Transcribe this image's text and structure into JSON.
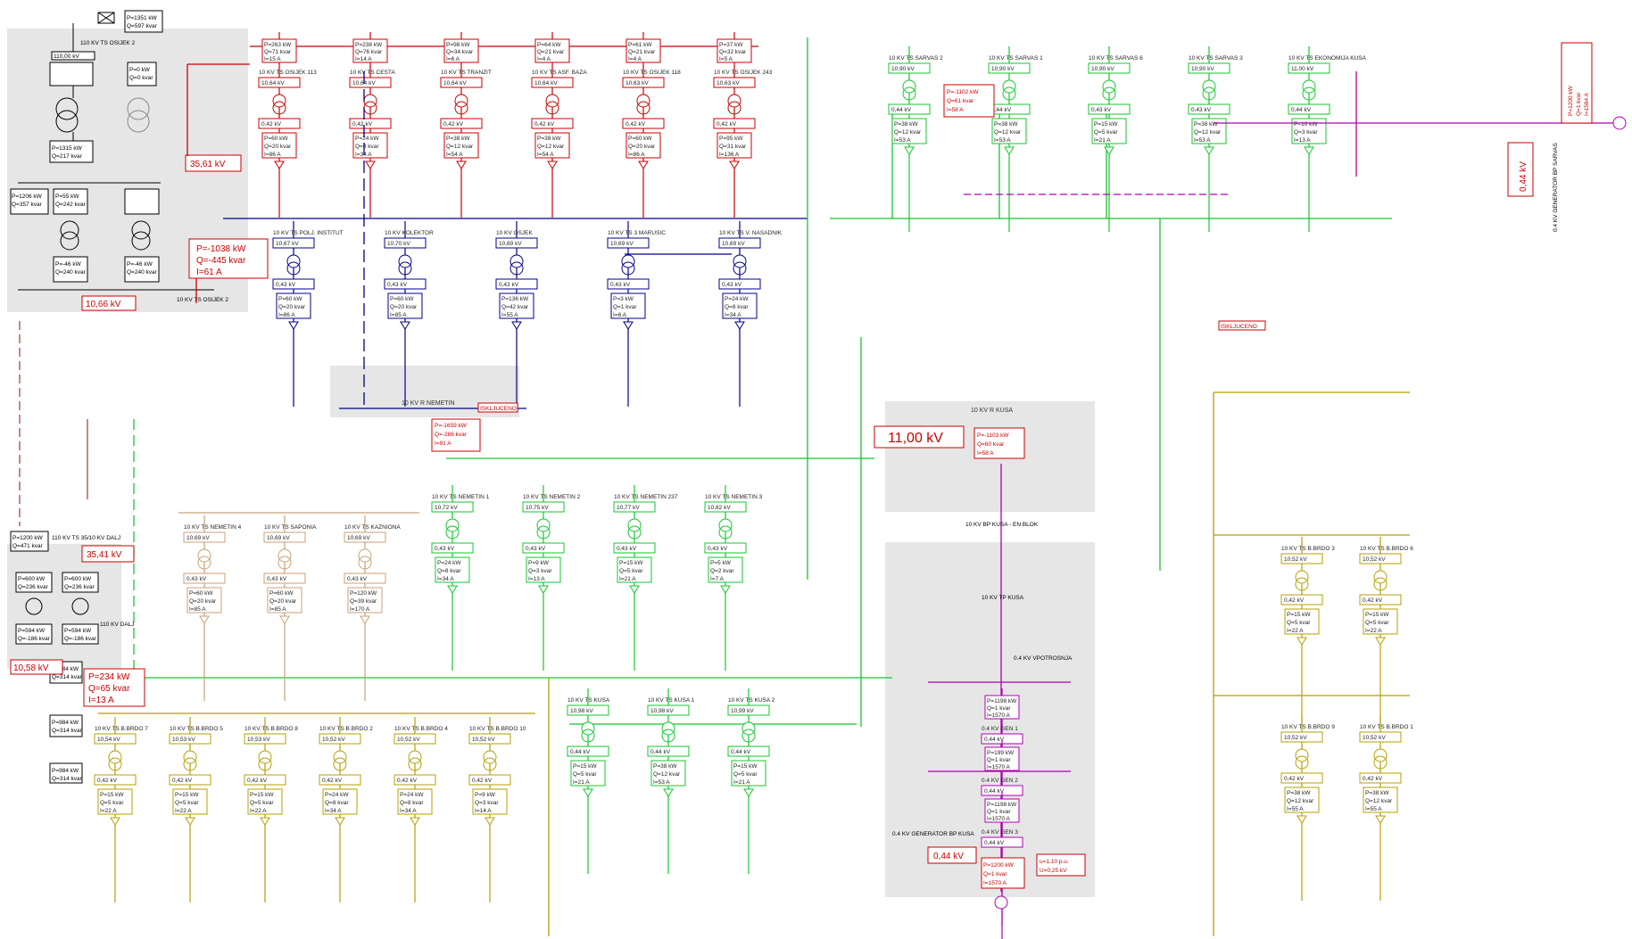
{
  "colors": {
    "black": "#000000",
    "red": "#cc0000",
    "blue": "#00008b",
    "green": "#16c72e",
    "olive": "#b5a000",
    "tan": "#c8a27a",
    "magenta": "#b000b0",
    "brown": "#9a3b3b",
    "shade": "#e6e6e6"
  },
  "title_labels": {
    "main_substation": "110 KV TS OSIJEK 2",
    "dist_osijek2": "10 KV TS OSIJEK 2",
    "osijek_dali": "110 KV TS 35/10 KV DALJ",
    "dali_sub": "110 KV DALJ",
    "nemetin_bus": "10 KV R NEMETIN",
    "kusa_bus": "10 KV R KUSA",
    "kusa_stanica": "10 KV TP KUSA",
    "kusa_gen": "0.4 KV GENERATOR BP KUSA",
    "sarvas_gen": "0.4 KV GENERATOR BP SARVAS",
    "vp_potrosnja": "0.4 KV VPOTROSNJA",
    "ts_kusa_oblok": "10 KV BP KUSA - EN BLOK",
    "isklucen_1": "ISKLJUCENO",
    "isklucen_2": "ISKLJUCENO"
  },
  "callouts": {
    "osijek2_power": "P=-1038 kW",
    "osijek2_q": "Q=-445 kvar",
    "osijek2_i": "I=61 A",
    "v_35_61": "35,61 kV",
    "v_10_66": "10,66 kV",
    "v_35_41": "35,41 kV",
    "v_10_58": "10,58 kV",
    "dali_p": "P=234 kW",
    "dali_q": "Q=65 kvar",
    "dali_i": "I=13 A",
    "nemetin_p": "P=-1659 kW",
    "nemetin_q": "Q=-286 kvar",
    "nemetin_i": "I=91 A",
    "sarvas_p": "P=-1102 kW",
    "sarvas_q": "Q=61 kvar",
    "sarvas_i": "I=58 A",
    "kusa_v": "11,00 kV",
    "kusa_p": "P=-1103 kW",
    "kusa_q": "Q=60 kvar",
    "kusa_i": "I=58 A",
    "gen_v": "0,44 kV",
    "gen_p": "P=1200 kW",
    "gen_q": "Q=1 kvar",
    "gen_i": "I=1570 A",
    "gen_u": "u=1,10 p.u.",
    "gen_u2": "U=0,25 kV",
    "sarvas_gen_v": "0,44 kV",
    "sarvas_gen_p": "P=1200 kW",
    "sarvas_gen_q": "Q=1 kvar",
    "sarvas_gen_i": "I=1584 A"
  },
  "feeders": {
    "red": [
      {
        "name": "10 KV TS OSIJEK 113",
        "p": "P=263 kW",
        "q": "Q=71 kvar",
        "i": "I=15 A",
        "bus": "10,64 kV",
        "lv": "0,42 kV",
        "load_p": "P=60 kW",
        "load_q": "Q=20 kvar",
        "load_i": "I=86 A"
      },
      {
        "name": "10 KV TS CESTA",
        "p": "P=238 kW",
        "q": "Q=76 kvar",
        "i": "I=14 A",
        "bus": "10,64 kV",
        "lv": "0,42 kV",
        "load_p": "P=24 kW",
        "load_q": "Q=8 kvar",
        "load_i": "I=34 A"
      },
      {
        "name": "10 KV TS TRANZIT",
        "p": "P=98 kW",
        "q": "Q=34 kvar",
        "i": "I=6 A",
        "bus": "10,64 kV",
        "lv": "0,42 kV",
        "load_p": "P=38 kW",
        "load_q": "Q=12 kvar",
        "load_i": "I=54 A"
      },
      {
        "name": "10 KV TS ASF. BAZA",
        "p": "P=64 kW",
        "q": "Q=21 kvar",
        "i": "I=4 A",
        "bus": "10,64 kV",
        "lv": "0,42 kV",
        "load_p": "P=38 kW",
        "load_q": "Q=12 kvar",
        "load_i": "I=54 A"
      },
      {
        "name": "10 KV TS OSIJEK 118",
        "p": "P=61 kW",
        "q": "Q=21 kvar",
        "i": "I=4 A",
        "bus": "10,63 kV",
        "lv": "0,42 kV",
        "load_p": "P=60 kW",
        "load_q": "Q=20 kvar",
        "load_i": "I=86 A"
      },
      {
        "name": "10 KV TS OSIJEK 243",
        "p": "P=37 kW",
        "q": "Q=32 kvar",
        "i": "I=5 A",
        "bus": "10,63 kV",
        "lv": "0,42 kV",
        "load_p": "P=95 kW",
        "load_q": "Q=31 kvar",
        "load_i": "I=136 A"
      }
    ],
    "blue": [
      {
        "name": "10 KV TS POLJ. INSTITUT",
        "bus": "10,67 kV",
        "lv": "0,43 kV",
        "load_p": "P=60 kW",
        "load_q": "Q=20 kvar",
        "load_i": "I=86 A"
      },
      {
        "name": "10 KV KOLEKTOR",
        "bus": "10,70 kV",
        "lv": "0,43 kV",
        "load_p": "P=60 kW",
        "load_q": "Q=20 kvar",
        "load_i": "I=85 A"
      },
      {
        "name": "10 KV OSJEK",
        "bus": "10,69 kV",
        "lv": "0,43 kV",
        "load_p": "P=136 kW",
        "load_q": "Q=42 kvar",
        "load_i": "I=55 A"
      },
      {
        "name": "10 KV TS 3 MARUSIC",
        "bus": "10,69 kV",
        "lv": "0,43 kV",
        "load_p": "P=3 kW",
        "load_q": "Q=1 kvar",
        "load_i": "I=6 A"
      },
      {
        "name": "10 KV TS V. NASADNIK",
        "bus": "10,69 kV",
        "lv": "0,43 kV",
        "load_p": "P=24 kW",
        "load_q": "Q=8 kvar",
        "load_i": "I=34 A"
      }
    ],
    "green_lower": [
      {
        "name": "10 KV TS NEMETIN 1",
        "bus": "10,72 kV",
        "lv": "0,43 kV",
        "load_p": "P=24 kW",
        "load_q": "Q=8 kvar",
        "load_i": "I=34 A"
      },
      {
        "name": "10 KV TS NEMETIN 2",
        "bus": "10,75 kV",
        "lv": "0,43 kV",
        "load_p": "P=9 kW",
        "load_q": "Q=3 kvar",
        "load_i": "I=13 A"
      },
      {
        "name": "10 KV TS NEMETIN 237",
        "bus": "10,77 kV",
        "lv": "0,43 kV",
        "load_p": "P=15 kW",
        "load_q": "Q=5 kvar",
        "load_i": "I=21 A"
      },
      {
        "name": "10 KV TS NEMETIN 3",
        "bus": "10,82 kV",
        "lv": "0,43 kV",
        "load_p": "P=5 kW",
        "load_q": "Q=2 kvar",
        "load_i": "I=7 A"
      }
    ],
    "green_upper": [
      {
        "name": "10 KV TS SARVAS 2",
        "bus": "10,90 kV",
        "lv": "0,44 kV",
        "load_p": "P=38 kW",
        "load_q": "Q=12 kvar",
        "load_i": "I=53 A"
      },
      {
        "name": "10 KV TS SARVAS 1",
        "bus": "10,90 kV",
        "lv": "0,44 kV",
        "load_p": "P=38 kW",
        "load_q": "Q=12 kvar",
        "load_i": "I=53 A"
      },
      {
        "name": "10 KV TS SARVAS 6",
        "bus": "10,90 kV",
        "lv": "0,43 kV",
        "load_p": "P=15 kW",
        "load_q": "Q=5 kvar",
        "load_i": "I=21 A"
      },
      {
        "name": "10 KV TS SARVAS 3",
        "bus": "10,90 kV",
        "lv": "0,43 kV",
        "load_p": "P=38 kW",
        "load_q": "Q=12 kvar",
        "load_i": "I=53 A"
      },
      {
        "name": "10 KV TS EKONOMIJA KUSA",
        "bus": "11,00 kV",
        "lv": "0,44 kV",
        "load_p": "P=10 kW",
        "load_q": "Q=3 kvar",
        "load_i": "I=13 A"
      }
    ],
    "olive_lower": [
      {
        "name": "10 KV TS B.BRDO 7",
        "bus": "10,54 kV",
        "lv": "0,42 kV",
        "load_p": "P=15 kW",
        "load_q": "Q=5 kvar",
        "load_i": "I=22 A"
      },
      {
        "name": "10 KV TS B.BRDO 5",
        "bus": "10,53 kV",
        "lv": "0,42 kV",
        "load_p": "P=15 kW",
        "load_q": "Q=5 kvar",
        "load_i": "I=22 A"
      },
      {
        "name": "10 KV TS B.BRDO 8",
        "bus": "10,53 kV",
        "lv": "0,42 kV",
        "load_p": "P=15 kW",
        "load_q": "Q=5 kvar",
        "load_i": "I=22 A"
      },
      {
        "name": "10 KV TS B.BRDO 2",
        "bus": "10,52 kV",
        "lv": "0,42 kV",
        "load_p": "P=24 kW",
        "load_q": "Q=8 kvar",
        "load_i": "I=34 A"
      },
      {
        "name": "10 KV TS B.BRDO 4",
        "bus": "10,52 kV",
        "lv": "0,42 kV",
        "load_p": "P=24 kW",
        "load_q": "Q=8 kvar",
        "load_i": "I=34 A"
      },
      {
        "name": "10 KV TS B.BRDO 10",
        "bus": "10,52 kV",
        "lv": "0,42 kV",
        "load_p": "P=9 kW",
        "load_q": "Q=3 kvar",
        "load_i": "I=14 A"
      }
    ],
    "olive_right": [
      {
        "name": "10 KV TS B.BRDO 3",
        "bus": "10,52 kV",
        "lv": "0,42 kV",
        "load_p": "P=15 kW",
        "load_q": "Q=5 kvar",
        "load_i": "I=22 A"
      },
      {
        "name": "10 KV TS B.BRDO 6",
        "bus": "10,52 kV",
        "lv": "0,42 kV",
        "load_p": "P=15 kW",
        "load_q": "Q=5 kvar",
        "load_i": "I=22 A"
      },
      {
        "name": "10 KV TS B.BRDO 9",
        "bus": "10,52 kV",
        "lv": "0,42 kV",
        "load_p": "P=38 kW",
        "load_q": "Q=12 kvar",
        "load_i": "I=55 A"
      },
      {
        "name": "10 KV TS B.BRDO 1",
        "bus": "10,52 kV",
        "lv": "0,42 kV",
        "load_p": "P=38 kW",
        "load_q": "Q=12 kvar",
        "load_i": "I=55 A"
      }
    ],
    "tan": [
      {
        "name": "10 KV TS NEMETIN 4",
        "bus": "10,69 kV",
        "lv": "0,43 kV",
        "load_p": "P=60 kW",
        "load_q": "Q=20 kvar",
        "load_i": "I=85 A"
      },
      {
        "name": "10 KV TS SAPONIA",
        "bus": "10,69 kV",
        "lv": "0,43 kV",
        "load_p": "P=60 kW",
        "load_q": "Q=20 kvar",
        "load_i": "I=85 A"
      },
      {
        "name": "10 KV TS KAZNIONA",
        "bus": "10,69 kV",
        "lv": "0,43 kV",
        "load_p": "P=120 kW",
        "load_q": "Q=39 kvar",
        "load_i": "I=170 A"
      }
    ],
    "green_bottom": [
      {
        "name": "10 KV TS KUSA",
        "bus": "10,98 kV",
        "lv": "0,44 kV",
        "load_p": "P=15 kW",
        "load_q": "Q=5 kvar",
        "load_i": "I=21 A"
      },
      {
        "name": "10 KV TS KUSA 1",
        "bus": "10,98 kV",
        "lv": "0,44 kV",
        "load_p": "P=38 kW",
        "load_q": "Q=12 kvar",
        "load_i": "I=53 A"
      },
      {
        "name": "10 KV TS KUSA 2",
        "bus": "10,99 kV",
        "lv": "0,44 kV",
        "load_p": "P=15 kW",
        "load_q": "Q=5 kvar",
        "load_i": "I=21 A"
      }
    ],
    "magenta": [
      {
        "name": "0.4 KV GEN 1",
        "p": "P=1198 kW",
        "q": "Q=1 kvar",
        "i": "I=1570 A",
        "bus": "0,44 kV"
      },
      {
        "name": "0.4 KV GEN 2",
        "p": "P=199 kW",
        "q": "Q=1 kvar",
        "i": "I=1570 A",
        "bus": "0,44 kV"
      },
      {
        "name": "0.4 KV GEN 3",
        "p": "P=1198 kW",
        "q": "Q=1 kvar",
        "i": "I=1570 A",
        "bus": "0,44 kV"
      }
    ]
  },
  "top_left": {
    "t1_p": "P=1351 kW",
    "t1_q": "Q=597 kvar",
    "bus_110": "110,00 kV",
    "t2_p": "P=1315 kW",
    "t2_q": "Q=217 kvar",
    "t3_p": "P=1206 kW",
    "t3_q": "Q=357 kvar",
    "t4_p": "P=55 kW",
    "t4_q": "Q=242 kvar",
    "t5_p": "P=-46 kW",
    "t5_q": "Q=240 kvar",
    "tz_p": "P=0 kW",
    "tz_q": "Q=0 kvar",
    "dali_t_p": "P=1200 kW",
    "dali_t_q": "Q=471 kvar",
    "dali_a_p": "P=600 kW",
    "dali_a_q": "Q=236 kvar",
    "dali_b_p": "P=594 kW",
    "dali_b_q": "Q=-186 kvar",
    "dali_c_p": "P=984 kW",
    "dali_c_q": "Q=314 kvar"
  }
}
